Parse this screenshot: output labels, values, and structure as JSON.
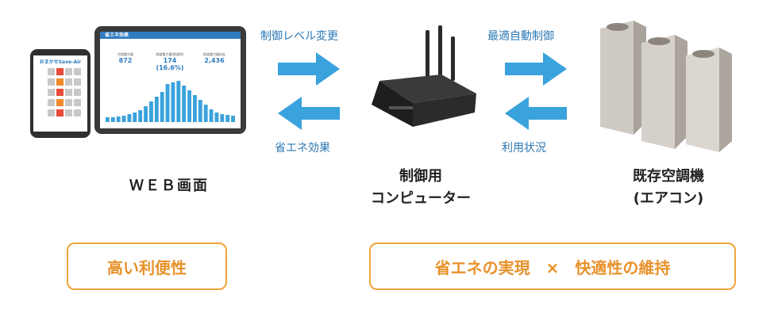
{
  "web": {
    "label": "ＷＥＢ画面",
    "phone_app_title": "おまかせSave-Air",
    "tablet_title": "省エネ効果",
    "stats": [
      {
        "label": "空調電力量",
        "value": "872"
      },
      {
        "label": "削減電力量(削減率)",
        "value": "174 (16.6%)"
      },
      {
        "label": "削減電力量料金",
        "value": "2,436"
      }
    ]
  },
  "controller": {
    "label_line1": "制御用",
    "label_line2": "コンピューター"
  },
  "aircon": {
    "label_line1": "既存空調機",
    "label_line2": "(エアコン)"
  },
  "flows": {
    "top_left": "制御レベル変更",
    "bottom_left": "省エネ効果",
    "top_right": "最適自動制御",
    "bottom_right": "利用状況"
  },
  "benefits": {
    "left": "高い利便性",
    "right": "省エネの実現　×　快適性の維持"
  },
  "colors": {
    "arrow": "#3aa2dc",
    "accent": "#f0a53a",
    "bar": "#3aa2dc"
  }
}
